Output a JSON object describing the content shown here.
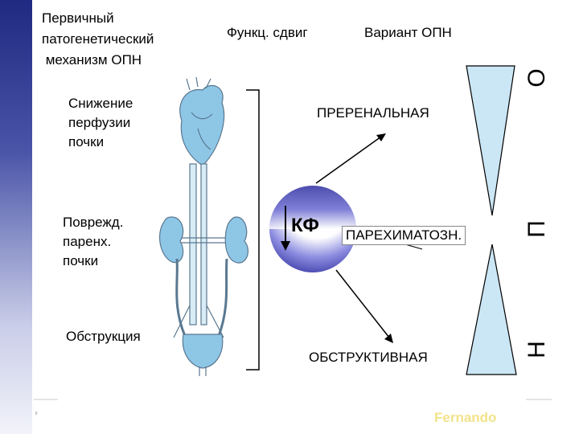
{
  "headers": {
    "mechanism": [
      "Первичный",
      "патогенетический",
      " механизм ОПН"
    ],
    "shift": "Функц. сдвиг",
    "variant": "Вариант ОПН"
  },
  "left_labels": {
    "perfusion": [
      "Снижение",
      "перфузии",
      "почки"
    ],
    "parenchyma": [
      "Поврежд.",
      "паренх.",
      "почки"
    ],
    "obstruction": "Обструкция"
  },
  "center": {
    "gfr_label": "КФ"
  },
  "variants": {
    "prerenal": "ПРЕРЕНАЛЬНАЯ",
    "parenchymal": "ПАРЕХИМАТОЗН.",
    "obstructive": "ОБСТРУКТИВНАЯ"
  },
  "side_letters": [
    "О",
    "П",
    "Н"
  ],
  "watermark": "Fernando",
  "colors": {
    "left_bar_top": "#1f2a80",
    "sphere": "#3a3aa8",
    "organ_blue": "#8ec6e6",
    "outline": "#5a7890"
  }
}
